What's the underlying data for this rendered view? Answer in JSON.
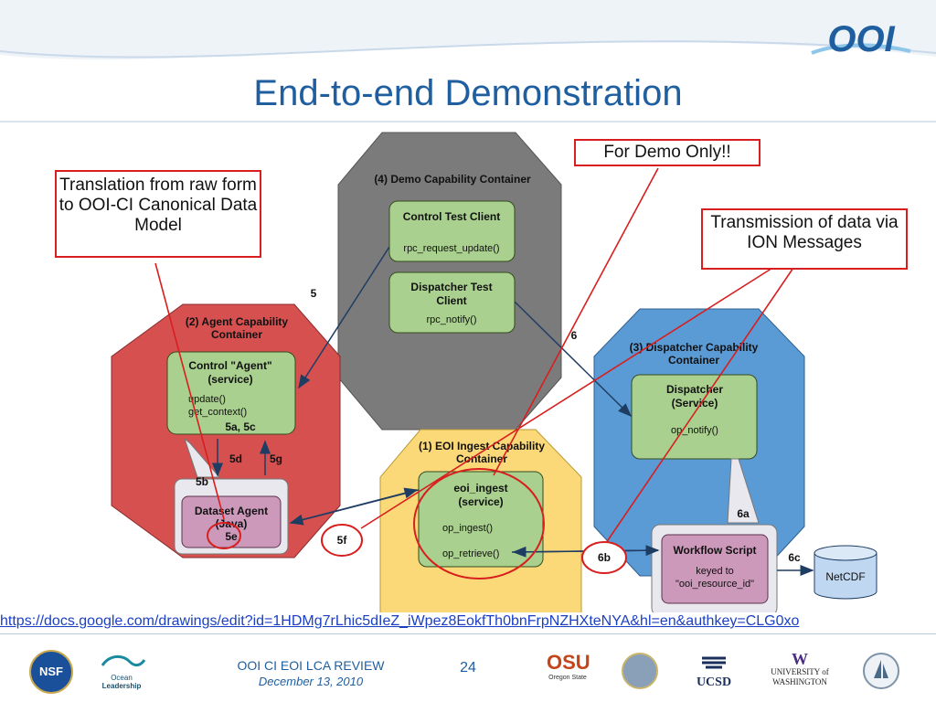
{
  "slide": {
    "title": "End-to-end Demonstration",
    "logo_text": "OOI",
    "url": "https://docs.google.com/drawings/edit?id=1HDMg7rLhic5dIeZ_iWpez8EokfTh0bnFrpNZHXteNYA&hl=en&authkey=CLG0xo"
  },
  "callouts": {
    "translation": "Translation from raw form to OOI-CI Canonical Data Model",
    "demo_only": "For Demo Only!!",
    "transmission": "Transmission of data via ION Messages"
  },
  "diagram": {
    "demo_container": {
      "title": "(4) Demo Capability Container",
      "control_test_client": {
        "title": "Control Test Client",
        "method": "rpc_request_update()"
      },
      "dispatcher_test_client": {
        "title_line1": "Dispatcher Test",
        "title_line2": "Client",
        "method": "rpc_notify()"
      }
    },
    "agent_container": {
      "title_line1": "(2) Agent Capability",
      "title_line2": "Container",
      "control_agent": {
        "title_line1": "Control \"Agent\"",
        "title_line2": "(service)",
        "method1": "update()",
        "method2": "get_context()"
      },
      "dataset_agent": {
        "title_line1": "Dataset Agent",
        "title_line2": "(Java)",
        "id": "5e"
      }
    },
    "ingest_container": {
      "title_line1": "(1) EOI Ingest Capability",
      "title_line2": "Container",
      "eoi_ingest": {
        "title_line1": "eoi_ingest",
        "title_line2": "(service)",
        "method1": "op_ingest()",
        "method2": "op_retrieve()"
      }
    },
    "dispatcher_container": {
      "title_line1": "(3) Dispatcher Capability",
      "title_line2": "Container",
      "dispatcher": {
        "title_line1": "Dispatcher",
        "title_line2": "(Service)",
        "method": "op_notify()"
      }
    },
    "workflow": {
      "title": "Workflow Script",
      "line1": "keyed to",
      "line2": "\"ooi_resource_id\""
    },
    "netcdf": "NetCDF",
    "labels": {
      "l5": "5",
      "l6": "6",
      "l5a5c": "5a, 5c",
      "l5b": "5b",
      "l5d": "5d",
      "l5g": "5g",
      "l5f": "5f",
      "l6a": "6a",
      "l6b": "6b",
      "l6c": "6c"
    }
  },
  "footer": {
    "review_title": "OOI CI EOI LCA REVIEW",
    "date": "December 13, 2010",
    "page_number": "24",
    "logos": {
      "nsf": "NSF",
      "ocean_leadership_line1": "Ocean",
      "ocean_leadership_line2": "Leadership",
      "osu": "OSU",
      "osu_sub": "Oregon State",
      "ucsd": "UCSD",
      "uw_w": "W",
      "uw_line1": "UNIVERSITY of",
      "uw_line2": "WASHINGTON"
    }
  },
  "colors": {
    "title": "#1f5fa0",
    "callout_border": "#d81e1e",
    "agent_container": "#d65050",
    "demo_container": "#7b7b7b",
    "ingest_container": "#fbd978",
    "dispatcher_container": "#5b9bd5",
    "service_box": "#a9d08e",
    "dataset_box": "#cc99bb"
  }
}
